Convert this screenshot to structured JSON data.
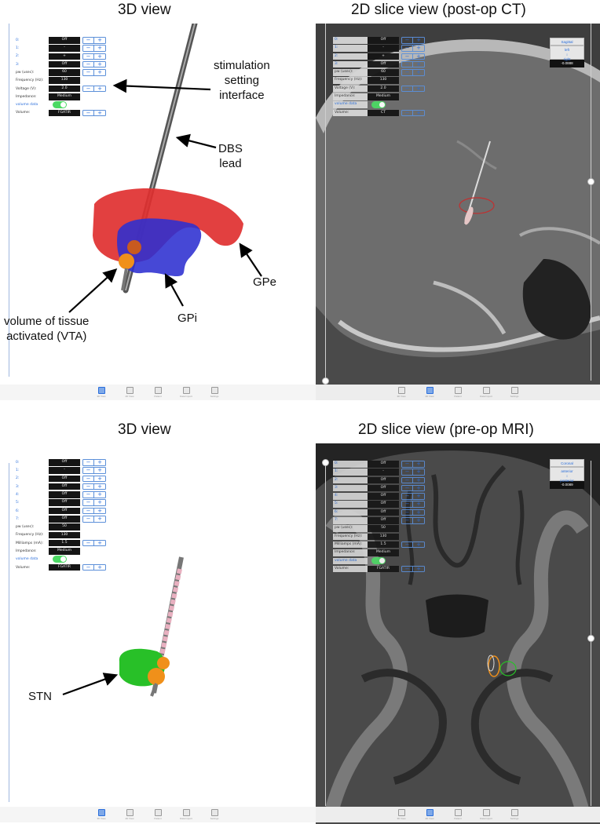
{
  "titles": {
    "top_left": "3D view",
    "top_right": "2D slice view (post-op CT)",
    "bottom_left": "3D view",
    "bottom_right": "2D slice view (pre-op MRI)"
  },
  "annotations": {
    "stim_line1": "stimulation",
    "stim_line2": "setting",
    "stim_line3": "interface",
    "dbs_line1": "DBS",
    "dbs_line2": "lead",
    "gpe": "GPe",
    "gpi": "GPi",
    "vta_line1": "volume of tissue",
    "vta_line2": "activated (VTA)",
    "stn": "STN"
  },
  "top_controls": {
    "rows": [
      {
        "label": "0:",
        "value": "Off"
      },
      {
        "label": "1:",
        "value": "-"
      },
      {
        "label": "2:",
        "value": "+"
      },
      {
        "label": "3:",
        "value": "Off"
      },
      {
        "label": "pw (usec):",
        "value": "60"
      },
      {
        "label": "Frequency (Hz):",
        "value": "130"
      },
      {
        "label": "Voltage (V):",
        "value": "2.0"
      },
      {
        "label": "Impedance:",
        "value": "Medium"
      },
      {
        "label": "volume data",
        "value": ""
      },
      {
        "label": "Volume:",
        "value": "FGATIR"
      }
    ],
    "ct_volume": "CT"
  },
  "bottom_controls": {
    "rows": [
      {
        "label": "0:",
        "value": "Off"
      },
      {
        "label": "1:",
        "value": "-"
      },
      {
        "label": "2:",
        "value": "Off"
      },
      {
        "label": "3:",
        "value": "Off"
      },
      {
        "label": "4:",
        "value": "Off"
      },
      {
        "label": "5:",
        "value": "Off"
      },
      {
        "label": "6:",
        "value": "Off"
      },
      {
        "label": "7:",
        "value": "Off"
      },
      {
        "label": "pw (usec):",
        "value": "50"
      },
      {
        "label": "Frequency (Hz):",
        "value": "130"
      },
      {
        "label": "Milliamps (mA):",
        "value": "1.5"
      },
      {
        "label": "Impedance:",
        "value": "Medium"
      },
      {
        "label": "volume data",
        "value": ""
      },
      {
        "label": "Volume:",
        "value": "FGATIR"
      }
    ]
  },
  "orientation_ct": {
    "plane": "Sagittal",
    "dir_top": "left",
    "dir_bottom": "right",
    "coord": "-0.0888"
  },
  "orientation_mri": {
    "plane": "Coronal",
    "dir_top": "anterior",
    "dir_bottom": "posterior",
    "coord": "-0.0089"
  },
  "steppers": {
    "minus": "−",
    "plus": "+"
  },
  "tabs": [
    "3D View",
    "2D View",
    "Patient",
    "Data Import",
    "Settings"
  ],
  "colors": {
    "gpe": "#e03030",
    "gpi": "#2c2fd0",
    "vta": "#f0901a",
    "stn": "#28c028",
    "accent": "#2a6edb"
  }
}
